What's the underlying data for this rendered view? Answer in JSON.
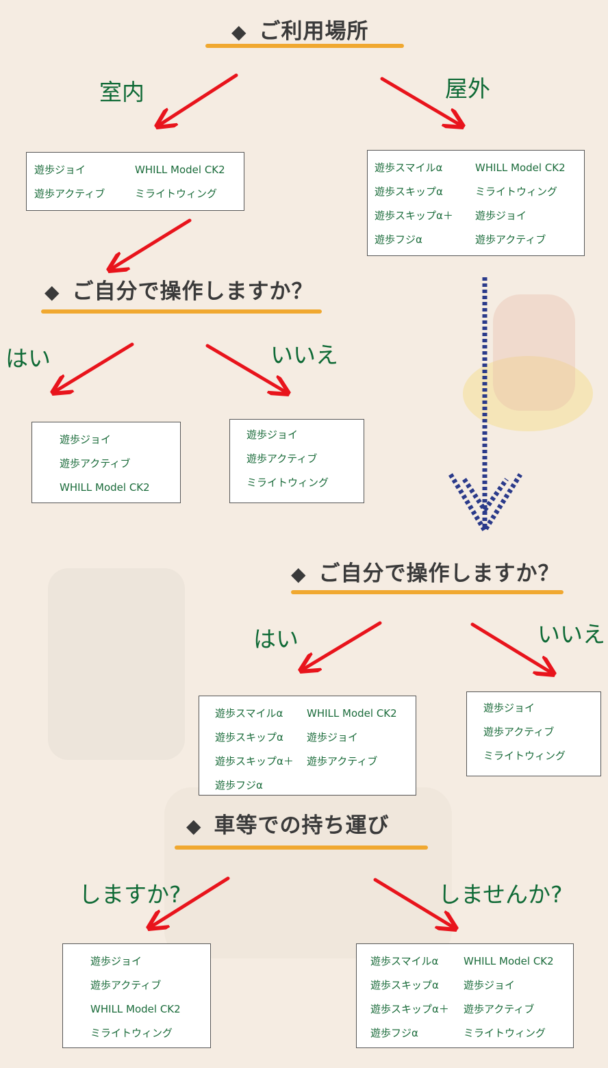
{
  "colors": {
    "background": "#f5ece2",
    "text_green": "#1a6b3a",
    "arrow_red": "#e8141c",
    "underline": "#f0a830",
    "dotted_arrow": "#2a3a8a"
  },
  "title": {
    "marker": "◆",
    "text": "ご利用場所"
  },
  "location": {
    "indoor": {
      "label": "室内",
      "models_col1": [
        "遊歩ジョイ",
        "遊歩アクティブ"
      ],
      "models_col2": [
        "WHILL Model CK2",
        "ミライトウィング"
      ]
    },
    "outdoor": {
      "label": "屋外",
      "models_col1": [
        "遊歩スマイルα",
        "遊歩スキップα",
        "遊歩スキップα＋",
        "遊歩フジα"
      ],
      "models_col2": [
        "WHILL Model CK2",
        "ミライトウィング",
        "遊歩ジョイ",
        "遊歩アクティブ"
      ]
    }
  },
  "indoor_self": {
    "question": "ご自分で操作しますか？",
    "marker": "◆",
    "yes": {
      "label": "はい",
      "models": [
        "遊歩ジョイ",
        "遊歩アクティブ",
        "WHILL Model CK2"
      ]
    },
    "no": {
      "label": "いいえ",
      "models": [
        "遊歩ジョイ",
        "遊歩アクティブ",
        "ミライトウィング"
      ]
    }
  },
  "outdoor_self": {
    "question": "ご自分で操作しますか？",
    "marker": "◆",
    "yes": {
      "label": "はい",
      "models_col1": [
        "遊歩スマイルα",
        "遊歩スキップα",
        "遊歩スキップα＋",
        "遊歩フジα"
      ],
      "models_col2": [
        "WHILL Model CK2",
        "遊歩ジョイ",
        "遊歩アクティブ"
      ]
    },
    "no": {
      "label": "いいえ",
      "models": [
        "遊歩ジョイ",
        "遊歩アクティブ",
        "ミライトウィング"
      ]
    }
  },
  "transport": {
    "question": "車等での持ち運び",
    "marker": "◆",
    "yes": {
      "label": "しますか?",
      "models": [
        "遊歩ジョイ",
        "遊歩アクティブ",
        "WHILL Model CK2",
        "ミライトウィング"
      ]
    },
    "no": {
      "label": "しませんか?",
      "models_col1": [
        "遊歩スマイルα",
        "遊歩スキップα",
        "遊歩スキップα＋",
        "遊歩フジα"
      ],
      "models_col2": [
        "WHILL Model CK2",
        "遊歩ジョイ",
        "遊歩アクティブ",
        "ミライトウィング"
      ]
    }
  }
}
